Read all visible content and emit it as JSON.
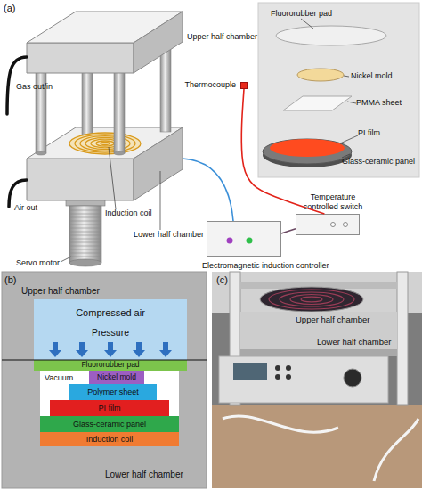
{
  "diagram": {
    "nodes": [
      {
        "text": [
          "Thermocouple"
        ]
      },
      {
        "text": [
          "Temperature controlled switch"
        ]
      },
      {
        "text": [
          "Electromagnetic induction controller"
        ]
      },
      {
        "text": [
          "Compressed air",
          "Pressure"
        ]
      },
      {
        "text": [
          "Fluororubber pad"
        ]
      },
      {
        "text": [
          "Nickel mold"
        ]
      },
      {
        "text": [
          "Polymer sheet"
        ]
      },
      {
        "text": [
          "PI film"
        ]
      },
      {
        "text": [
          "Glass-ceramic panel"
        ]
      },
      {
        "text": [
          "Induction coil"
        ]
      }
    ],
    "edges": [
      {
        "from": 0,
        "to": 1,
        "arrow": "none"
      },
      {
        "from": 2,
        "to": 1,
        "arrow": "none"
      }
    ],
    "labels": [
      "(a)",
      "Upper half chamber",
      "Gas out/in",
      "Air out",
      "Induction coil",
      "Lower half chamber",
      "Servo motor",
      "Fluororubber pad",
      "Nickel mold",
      "PMMA sheet",
      "PI film",
      "Glass-ceramic panel",
      "(b)",
      "Upper half chamber",
      "Vacuum",
      "Lower half chamber",
      "(c)",
      "Upper half chamber",
      "Lower half chamber"
    ]
  }
}
